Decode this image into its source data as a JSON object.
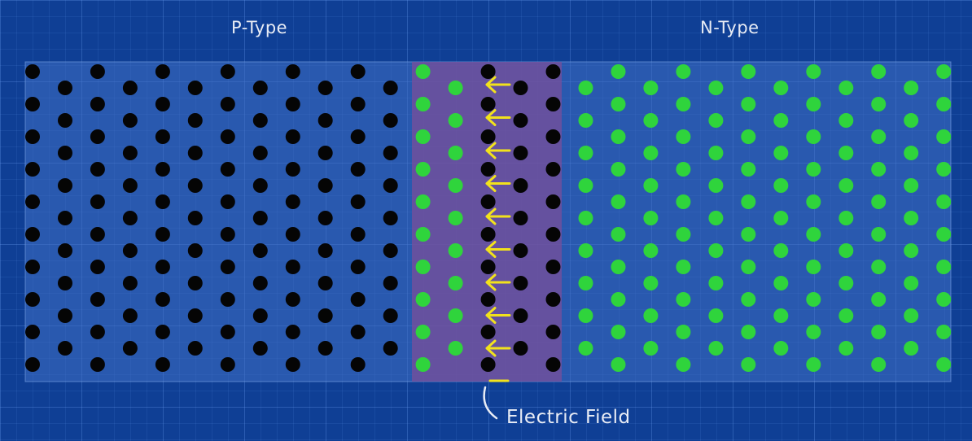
{
  "labels": {
    "p_type": "P-Type",
    "n_type": "N-Type",
    "electric_field": "Electric Field"
  },
  "colors": {
    "background": "#0f3f95",
    "slab": "#3f6fc4",
    "depletion_region": "#7a4f9a",
    "p_dot": "#050505",
    "n_dot": "#2fd43c",
    "arrow": "#f2e21c"
  },
  "icons": {
    "field_arrow": "left-arrow-icon",
    "field_sign": "minus-sign"
  },
  "grid": {
    "columns": 29,
    "rows": 19,
    "depletion_columns": [
      12,
      13,
      14,
      15,
      16
    ],
    "p_type_columns": [
      0,
      1,
      2,
      3,
      4,
      5,
      6,
      7,
      8,
      9,
      10,
      11,
      15,
      16
    ],
    "n_type_columns": [
      12,
      13,
      17,
      18,
      19,
      20,
      21,
      22,
      23,
      24,
      25,
      26,
      27,
      28
    ]
  },
  "electric_field": {
    "arrow_count": 9,
    "direction": "left"
  }
}
